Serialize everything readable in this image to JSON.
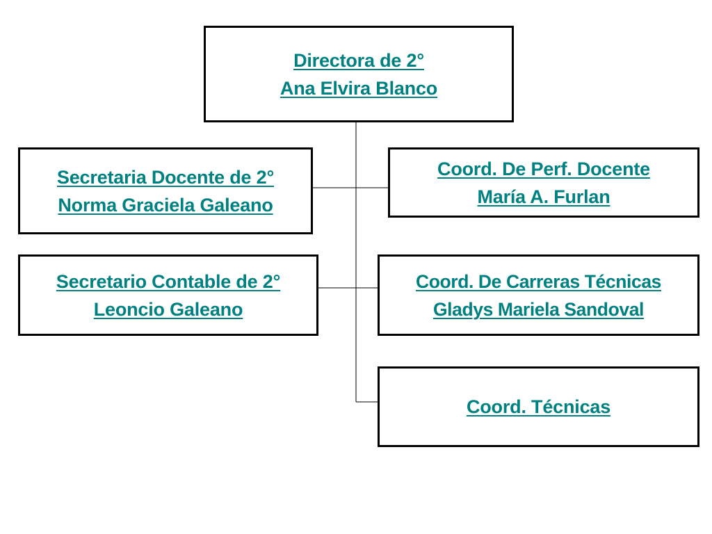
{
  "org_chart": {
    "director": {
      "role": "Directora de 2°",
      "name": "Ana Elvira Blanco"
    },
    "secretaria_docente": {
      "role": "Secretaria Docente de 2°",
      "name": "Norma Graciela Galeano"
    },
    "coord_perf_docente": {
      "role": "Coord. De Perf. Docente",
      "name": "María A. Furlan"
    },
    "secretario_contable": {
      "role": "Secretario Contable de 2°",
      "name": "Leoncio Galeano"
    },
    "coord_carreras_tecnicas": {
      "role": "Coord. De Carreras Técnicas",
      "name": "Gladys Mariela Sandoval"
    },
    "coord_tecnicas": {
      "role": "Coord. Técnicas"
    }
  },
  "colors": {
    "link_text": "#008080",
    "box_border": "#000000",
    "connector": "#000000",
    "background": "#ffffff"
  }
}
